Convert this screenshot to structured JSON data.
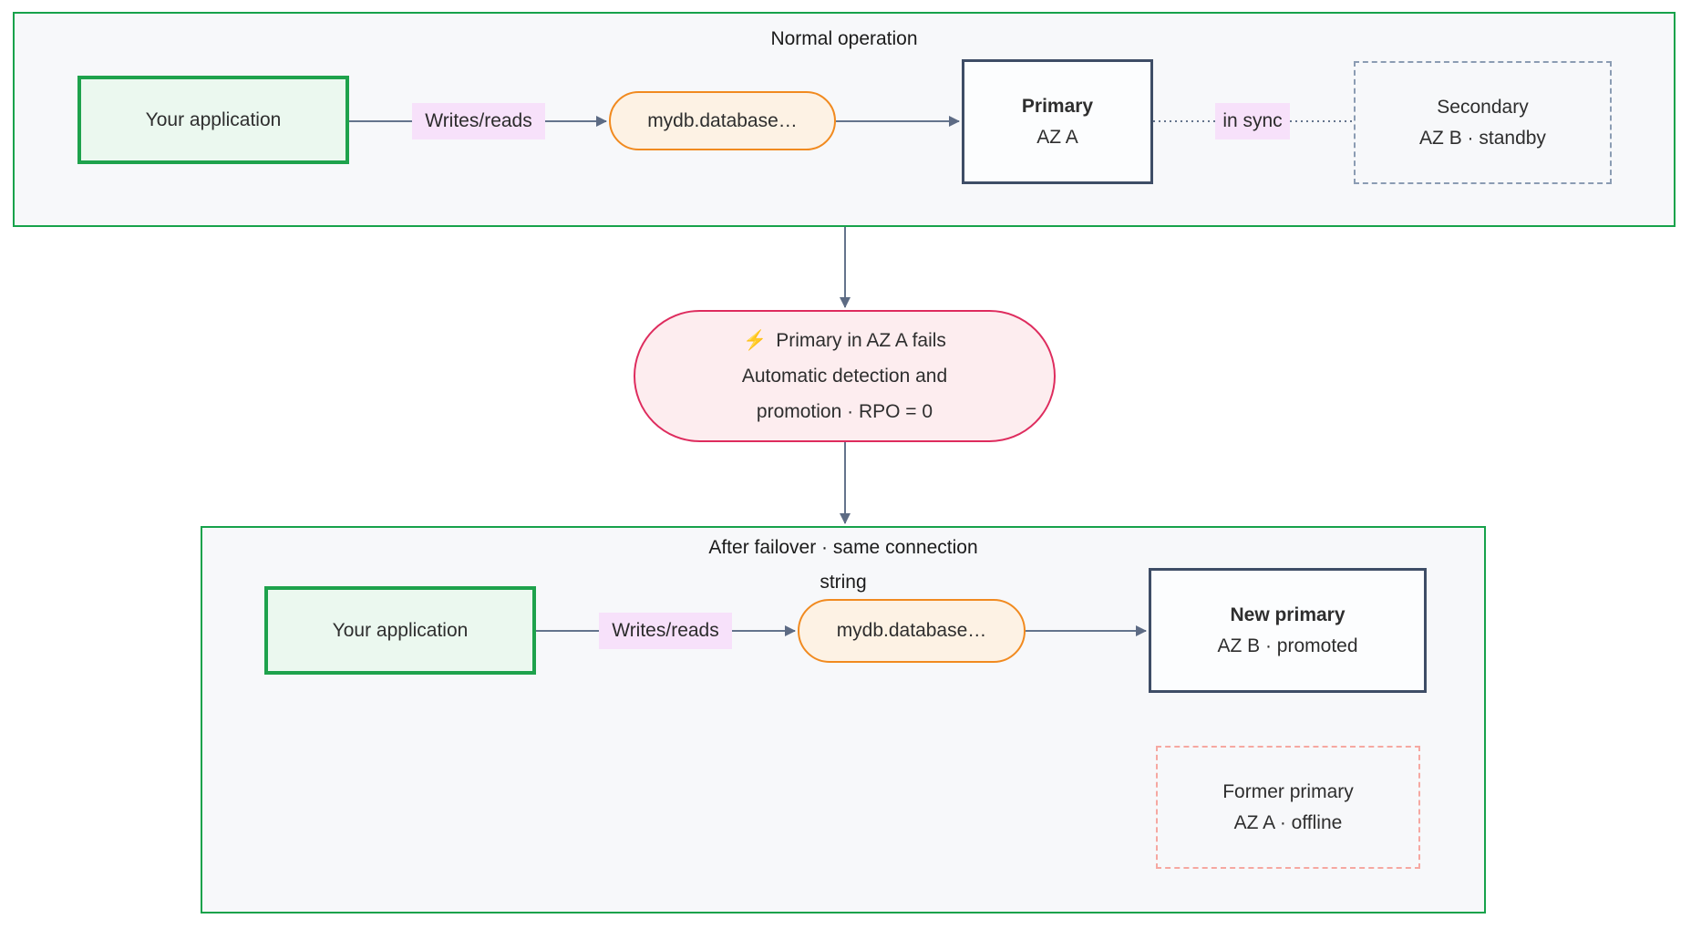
{
  "top_section": {
    "title": "Normal operation",
    "app_label": "Your application",
    "writes_reads_label": "Writes/reads",
    "dns_label": "mydb.database…",
    "primary_name": "Primary",
    "primary_zone": "AZ A",
    "sync_label": "in sync",
    "secondary_name": "Secondary",
    "secondary_zone": "AZ B · standby"
  },
  "failover_event": {
    "icon": "⚡",
    "line1": "Primary in AZ A fails",
    "line2": "Automatic detection and",
    "line3": "promotion · RPO = 0"
  },
  "bottom_section": {
    "title_line1": "After failover · same connection",
    "title_line2": "string",
    "app_label": "Your application",
    "writes_reads_label": "Writes/reads",
    "dns_label": "mydb.database…",
    "new_primary_name": "New primary",
    "new_primary_zone": "AZ B · promoted",
    "former_primary_name": "Former primary",
    "former_primary_zone": "AZ A · offline"
  },
  "colors": {
    "section_border_green": "#17a24b",
    "section_fill": "#f7f8fa",
    "app_border_green": "#1ea24c",
    "app_fill_green": "#ebf8ef",
    "dns_border_orange": "#f18a1f",
    "dns_fill_cream": "#fdf2e4",
    "primary_border_slate": "#3e4d66",
    "primary_fill": "#fcfdfe",
    "standby_dashed_gray": "#8b9cb3",
    "failure_border_crimson": "#de2c5e",
    "failure_fill_pink": "#fdedef",
    "offline_dashed_salmon": "#f6a8a1",
    "edge_line_slate": "#64748c",
    "edge_label_bg_lavender": "#f7e1fa",
    "lightning_yellow": "#f9b010"
  }
}
